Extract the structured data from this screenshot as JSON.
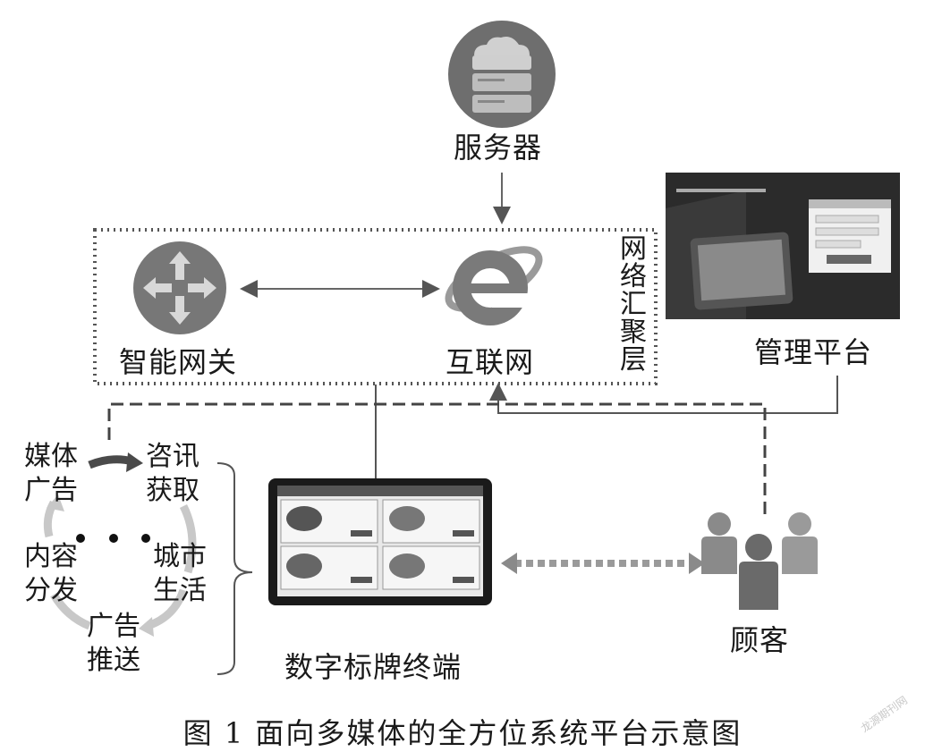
{
  "nodes": {
    "server": "服务器",
    "gateway": "智能网关",
    "internet": "互联网",
    "aggregation_layer": "网络汇聚层",
    "management": "管理平台",
    "terminal": "数字标牌终端",
    "customers": "顾客"
  },
  "cycle": {
    "media_ads": [
      "媒体",
      "广告"
    ],
    "info": [
      "咨讯",
      "获取"
    ],
    "city_life": [
      "城市",
      "生活"
    ],
    "ad_push": [
      "广告",
      "推送"
    ],
    "content": [
      "内容",
      "分发"
    ]
  },
  "caption": "图 1   面向多媒体的全方位系统平台示意图",
  "watermark": "龙源期刊网",
  "icons": {
    "server": "server-icon",
    "gateway": "router-icon",
    "internet": "internet-explorer-icon",
    "management": "management-screenshot",
    "terminal": "tablet-icon",
    "customers": "people-icon"
  },
  "colors": {
    "line": "#666666",
    "dash": "#444444",
    "box": "#555555"
  }
}
